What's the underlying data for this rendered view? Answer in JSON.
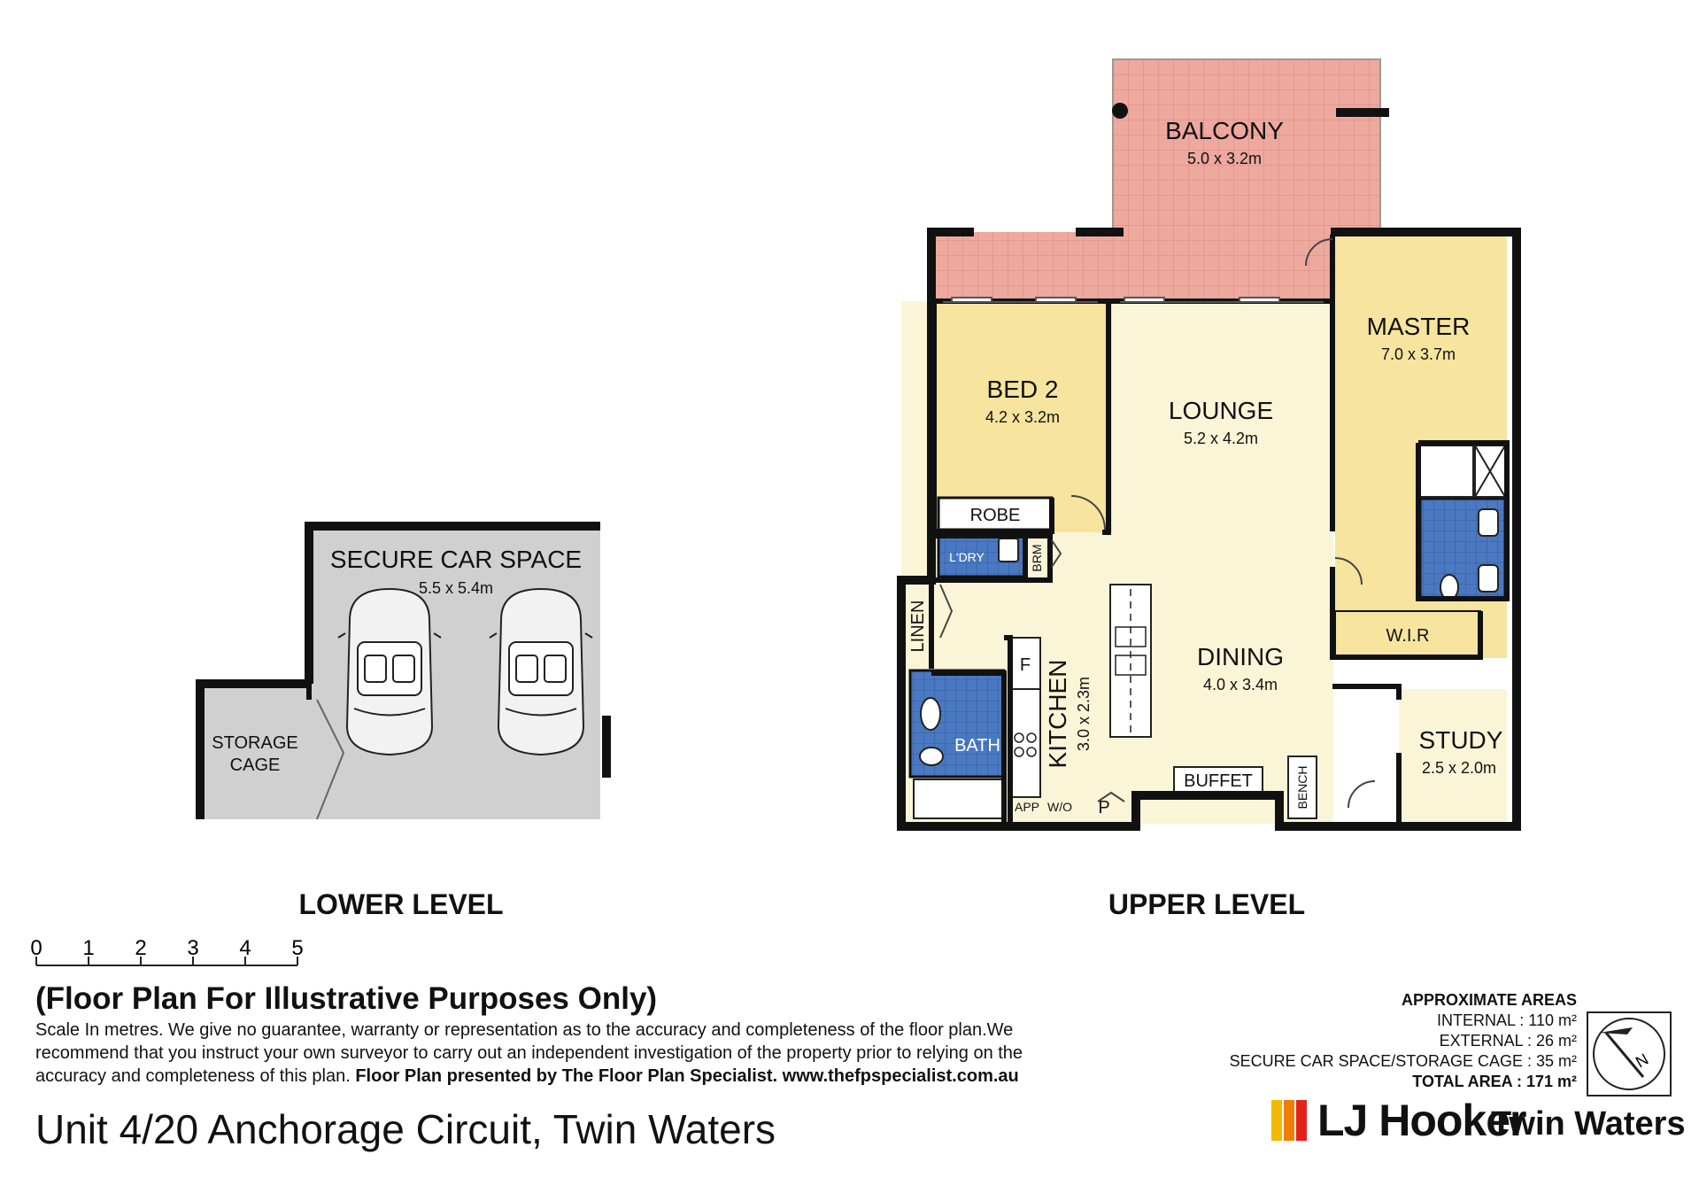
{
  "lower_level": {
    "title": "LOWER LEVEL",
    "rooms": {
      "car_space": {
        "name": "SECURE CAR SPACE",
        "dim": "5.5 x 5.4m"
      },
      "storage": {
        "line1": "STORAGE",
        "line2": "CAGE"
      }
    }
  },
  "upper_level": {
    "title": "UPPER LEVEL",
    "rooms": {
      "balcony": {
        "name": "BALCONY",
        "dim": "5.0 x 3.2m"
      },
      "bed2": {
        "name": "BED 2",
        "dim": "4.2 x 3.2m"
      },
      "lounge": {
        "name": "LOUNGE",
        "dim": "5.2 x 4.2m"
      },
      "master": {
        "name": "MASTER",
        "dim": "7.0 x 3.7m"
      },
      "dining": {
        "name": "DINING",
        "dim": "4.0 x 3.4m"
      },
      "kitchen": {
        "name": "KITCHEN",
        "dim": "3.0 x 2.3m"
      },
      "study": {
        "name": "STUDY",
        "dim": "2.5 x 2.0m"
      },
      "wir": "W.I.R",
      "robe": "ROBE",
      "ldry": "L'DRY",
      "brm": "BRM",
      "linen": "LINEN",
      "bath": "BATH",
      "fridge": "F",
      "buffet": "BUFFET",
      "bench": "BENCH",
      "app": "APP",
      "wo": "W/O",
      "pantry": "P"
    }
  },
  "scale": {
    "ticks": [
      "0",
      "1",
      "2",
      "3",
      "4",
      "5"
    ]
  },
  "disclaimer": {
    "title": "(Floor Plan For Illustrative Purposes Only)",
    "text": "Scale In metres. We give no guarantee, warranty or representation as to the accuracy and completeness of the floor plan.We recommend that you instruct your own surveyor to carry out an independent investigation of the property prior to relying on the accuracy and completeness of this plan.",
    "presented_by": "Floor Plan presented by The Floor Plan Specialist. www.thefpspecialist.com.au"
  },
  "areas": {
    "heading": "APPROXIMATE AREAS",
    "internal": "INTERNAL : 110 m²",
    "external": "EXTERNAL :  26 m²",
    "car": "SECURE CAR SPACE/STORAGE CAGE :  35 m²",
    "total": "TOTAL AREA : 171 m²"
  },
  "compass": {
    "label": "N"
  },
  "address": "Unit 4/20 Anchorage Circuit, Twin Waters",
  "logo": {
    "brand": "LJ Hooker",
    "office": "Twin Waters",
    "bar_colors": [
      "#f5b800",
      "#ee7d00",
      "#e2231a"
    ]
  },
  "colors": {
    "balcony": "#eea99f",
    "bedroom": "#f7e49e",
    "living": "#fbf5d8",
    "wet": "#3e6fb8",
    "garage": "#d0d0d0",
    "wall": "#111111"
  }
}
